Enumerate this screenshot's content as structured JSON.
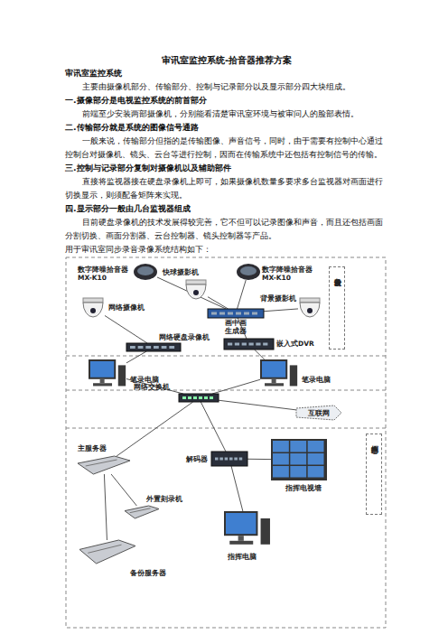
{
  "diagram": {
    "title": "审讯室监控系统-拾音器推荐方案",
    "nodes": [
      {
        "text": [
          "数字降噪拾音器 MX-K10"
        ]
      },
      {
        "text": [
          "快球摄影机"
        ]
      },
      {
        "text": [
          "数字降噪拾音器 MX-K10"
        ]
      },
      {
        "text": [
          "网络摄像机"
        ]
      },
      {
        "text": [
          "背景摄影机"
        ]
      },
      {
        "text": [
          "前段设备"
        ]
      },
      {
        "text": [
          "画中画生成器"
        ]
      },
      {
        "text": [
          "网络硬盘录像机"
        ]
      },
      {
        "text": [
          "嵌入式DVR"
        ]
      },
      {
        "text": [
          "笔录电脑"
        ]
      },
      {
        "text": [
          "笔录电脑"
        ]
      },
      {
        "text": [
          "网络交换机"
        ]
      },
      {
        "text": [
          "互联网"
        ]
      },
      {
        "text": [
          "主服务器"
        ]
      },
      {
        "text": [
          "外置刻录机"
        ]
      },
      {
        "text": [
          "备份服务器"
        ]
      },
      {
        "text": [
          "解码器"
        ]
      },
      {
        "text": [
          "指挥电视墙"
        ]
      },
      {
        "text": [
          "指挥电脑"
        ]
      },
      {
        "text": [
          "指挥中心"
        ]
      }
    ],
    "edges": [
      {
        "from": 0,
        "to": 6,
        "arrow": "none"
      },
      {
        "from": 1,
        "to": 6,
        "arrow": "none"
      },
      {
        "from": 2,
        "to": 6,
        "arrow": "none"
      },
      {
        "from": 4,
        "to": 6,
        "arrow": "none"
      },
      {
        "from": 3,
        "to": 7,
        "arrow": "none"
      },
      {
        "from": 6,
        "to": 8,
        "arrow": "none"
      },
      {
        "from": 7,
        "to": 9,
        "arrow": "none"
      },
      {
        "from": 8,
        "to": 10,
        "arrow": "none"
      },
      {
        "from": 9,
        "to": 11,
        "arrow": "none"
      },
      {
        "from": 10,
        "to": 11,
        "arrow": "none"
      },
      {
        "from": 11,
        "to": 12,
        "arrow": "none"
      },
      {
        "from": 11,
        "to": 13,
        "arrow": "none"
      },
      {
        "from": 11,
        "to": 16,
        "arrow": "none"
      },
      {
        "from": 13,
        "to": 14,
        "arrow": "none"
      },
      {
        "from": 13,
        "to": 15,
        "arrow": "none"
      },
      {
        "from": 16,
        "to": 17,
        "arrow": "none"
      },
      {
        "from": 16,
        "to": 18,
        "arrow": "none"
      }
    ],
    "labels": [
      "审讯室监控系统",
      "主要由摄像机部分、传输部分、控制与记录部分以及显示部分四大块组成。",
      "一.摄像部分是电视监控系统的前首部分",
      "前端至少安装两部摄像机，分别能看清楚审讯室环境与被审问人的脸部表情。",
      "二.传输部分就是系统的图像信号通路",
      "一般来说，传输部分但指的是传输图像、声音信号，同时，由于需要有控制中心通过控制台对摄像机、镜头、云台等进行控制，因而在传输系统中还包括有控制信号的传输。",
      "三.控制与记录部分复制对摄像机以及辅助部件",
      "直接将监视器接在硬盘录像机上即可，如果摄像机数量多要求多台监视器对画面进行切换显示，则须配备矩阵来实现。",
      "四.显示部分一般由几台监视器组成",
      "目前硬盘录像机的技术发展得较完善，它不但可以记录图像和声音，而且还包括画面分割切换、画面分割器、云台控制器、镜头控制器等产品。",
      "用于审讯室同步录音录像系统结构如下："
    ]
  }
}
